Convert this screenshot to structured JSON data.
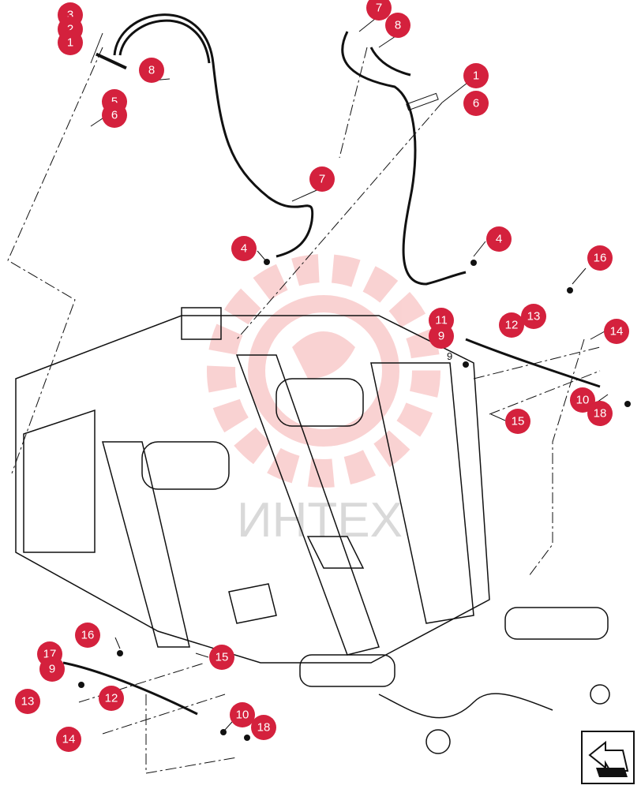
{
  "watermark": {
    "text": "ИНТЕХ",
    "color": "#f2b8b8"
  },
  "callout_color": "#d4213d",
  "callouts": [
    {
      "id": "c-3-top",
      "label": "3"
    },
    {
      "id": "c-2-top",
      "label": "2"
    },
    {
      "id": "c-1-top",
      "label": "1"
    },
    {
      "id": "c-8-left",
      "label": "8"
    },
    {
      "id": "c-5",
      "label": "5"
    },
    {
      "id": "c-6-left",
      "label": "6"
    },
    {
      "id": "c-7-top",
      "label": "7"
    },
    {
      "id": "c-8-top",
      "label": "8"
    },
    {
      "id": "c-1-right",
      "label": "1"
    },
    {
      "id": "c-6-right",
      "label": "6"
    },
    {
      "id": "c-7-mid",
      "label": "7"
    },
    {
      "id": "c-4-left",
      "label": "4"
    },
    {
      "id": "c-4-right",
      "label": "4"
    },
    {
      "id": "c-16-right",
      "label": "16"
    },
    {
      "id": "c-11-right",
      "label": "11"
    },
    {
      "id": "c-9-right",
      "label": "9"
    },
    {
      "id": "c-12-right",
      "label": "12"
    },
    {
      "id": "c-13-right",
      "label": "13"
    },
    {
      "id": "c-14-right",
      "label": "14"
    },
    {
      "id": "c-10-right",
      "label": "10"
    },
    {
      "id": "c-18-right",
      "label": "18"
    },
    {
      "id": "c-15-right",
      "label": "15"
    },
    {
      "id": "c-16-left",
      "label": "16"
    },
    {
      "id": "c-17-left",
      "label": "17"
    },
    {
      "id": "c-9-left",
      "label": "9"
    },
    {
      "id": "c-15-left",
      "label": "15"
    },
    {
      "id": "c-13-left",
      "label": "13"
    },
    {
      "id": "c-12-left",
      "label": "12"
    },
    {
      "id": "c-14-left",
      "label": "14"
    },
    {
      "id": "c-10-left",
      "label": "10"
    },
    {
      "id": "c-18-left",
      "label": "18"
    }
  ],
  "plain_labels": [
    {
      "id": "p-9",
      "label": "9"
    }
  ],
  "nav_icon": "arrow-box-icon"
}
